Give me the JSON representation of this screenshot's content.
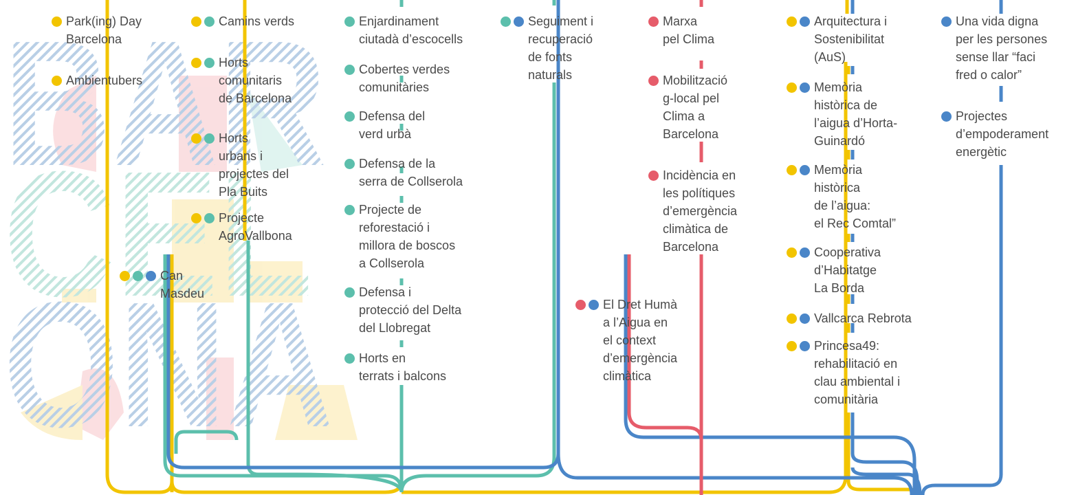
{
  "colors": {
    "yellow": "#f2c400",
    "teal": "#5cbfac",
    "blue": "#4a86c8",
    "red": "#e65c6a",
    "text": "#4a4a4a"
  },
  "watermark": {
    "rows": [
      "BAR",
      "CEL",
      "ONA"
    ]
  },
  "items": [
    {
      "key": "park",
      "text": "Park(ing) Day\nBarcelona",
      "dots": [
        "yellow"
      ]
    },
    {
      "key": "ambientubers",
      "text": "Ambientubers",
      "dots": [
        "yellow"
      ]
    },
    {
      "key": "camins",
      "text": "Camins verds",
      "dots": [
        "yellow",
        "teal"
      ]
    },
    {
      "key": "horts_com",
      "text": "Horts\ncomunitaris\nde Barcelona",
      "dots": [
        "yellow",
        "teal"
      ]
    },
    {
      "key": "horts_urb",
      "text": "Horts\nurbans i\nprojectes del\nPla Buits",
      "dots": [
        "yellow",
        "teal"
      ]
    },
    {
      "key": "agrovallbona",
      "text": "Projecte\nAgroVallbona",
      "dots": [
        "yellow",
        "teal"
      ]
    },
    {
      "key": "can_masdeu",
      "text": "Can\nMasdeu",
      "dots": [
        "yellow",
        "teal",
        "blue"
      ]
    },
    {
      "key": "enjardinament",
      "text": "Enjardinament\nciutadà d’escocells",
      "dots": [
        "teal"
      ]
    },
    {
      "key": "cobertes",
      "text": "Cobertes verdes\ncomunitàries",
      "dots": [
        "teal"
      ]
    },
    {
      "key": "defensa_verd",
      "text": "Defensa del\nverd urbà",
      "dots": [
        "teal"
      ]
    },
    {
      "key": "collserola",
      "text": "Defensa de la\nserra de Collserola",
      "dots": [
        "teal"
      ]
    },
    {
      "key": "reforestacio",
      "text": "Projecte de\nreforestació i\nmillora de boscos\na Collserola",
      "dots": [
        "teal"
      ]
    },
    {
      "key": "delta",
      "text": "Defensa i\nprotecció del Delta\ndel Llobregat",
      "dots": [
        "teal"
      ]
    },
    {
      "key": "terrats",
      "text": "Horts en\nterrats i balcons",
      "dots": [
        "teal"
      ]
    },
    {
      "key": "fonts",
      "text": "Seguiment i\nrecuperació\nde fonts\nnaturals",
      "dots": [
        "teal",
        "blue"
      ]
    },
    {
      "key": "marxa",
      "text": "Marxa\npel Clima",
      "dots": [
        "red"
      ]
    },
    {
      "key": "mobilitzacio",
      "text": "Mobilització\ng-local pel\nClima a\nBarcelona",
      "dots": [
        "red"
      ]
    },
    {
      "key": "incidencia",
      "text": "Incidència en\nles polítiques\nd’emergència\nclimàtica de\nBarcelona",
      "dots": [
        "red"
      ]
    },
    {
      "key": "dret_huma",
      "text": "El Dret Humà\na l’Aigua en\nel context\nd’emergència\nclimàtica",
      "dots": [
        "red",
        "blue"
      ]
    },
    {
      "key": "aus",
      "text": "Arquitectura i\nSostenibilitat\n(AuS)",
      "dots": [
        "yellow",
        "blue"
      ]
    },
    {
      "key": "horta",
      "text": "Memòria\nhistòrica de\nl’aigua d’Horta-\nGuinardó",
      "dots": [
        "yellow",
        "blue"
      ]
    },
    {
      "key": "rec_comtal",
      "text": "Memòria\nhistòrica\nde l’aigua:\nel Rec Comtal”",
      "dots": [
        "yellow",
        "blue"
      ]
    },
    {
      "key": "la_borda",
      "text": "Cooperativa\nd’Habitatge\nLa Borda",
      "dots": [
        "yellow",
        "blue"
      ]
    },
    {
      "key": "vallcarca",
      "text": "Vallcarca Rebrota",
      "dots": [
        "yellow",
        "blue"
      ]
    },
    {
      "key": "princesa",
      "text": "Princesa49:\nrehabilitació en\nclau ambiental i\ncomunitària",
      "dots": [
        "yellow",
        "blue"
      ]
    },
    {
      "key": "vida_digna",
      "text": "Una vida digna\nper les persones\nsense llar “faci\nfred o calor”",
      "dots": [
        "blue"
      ]
    },
    {
      "key": "empoderament",
      "text": "Projectes\nd’empoderament\nenergètic",
      "dots": [
        "blue"
      ]
    }
  ]
}
